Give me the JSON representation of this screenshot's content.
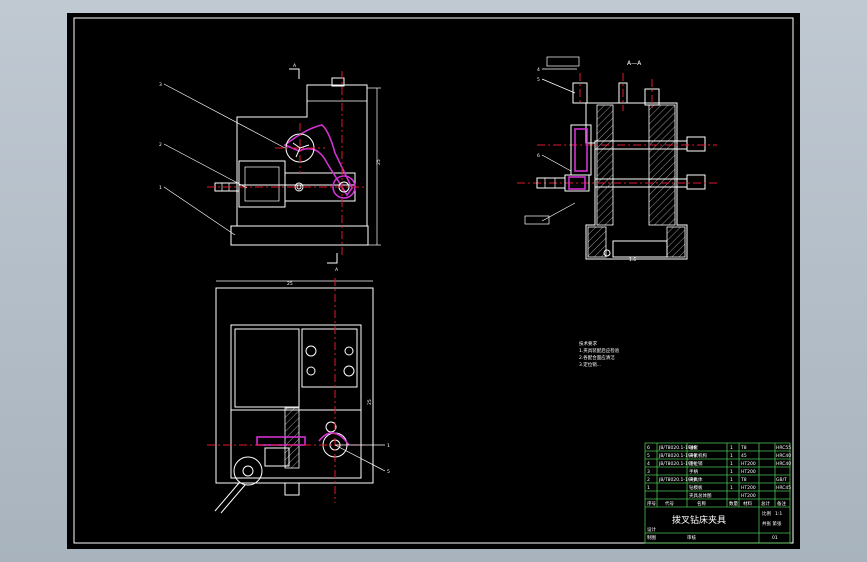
{
  "view_labels": {
    "section_aa": "A—A",
    "marker_a_top": "A",
    "marker_a_bottom": "A"
  },
  "front_view": {
    "leaders": [
      "3",
      "2",
      "1"
    ],
    "dimension": "25"
  },
  "section_view": {
    "leaders": [
      "4",
      "5",
      "6"
    ],
    "dim_bottom": "1.6"
  },
  "top_view": {
    "leaders": [
      "1",
      "5"
    ],
    "dim_top": "25",
    "dim_side": "25"
  },
  "notes": {
    "heading": "技术要求",
    "line1": "1.夹具装配后应检验",
    "line2": "2.各配合面应清洁",
    "line3": "3.定位销..."
  },
  "parts_table": {
    "rows": [
      {
        "no": "6",
        "code": "JB/T8020.1-1999",
        "name": "轴套",
        "qty": "1",
        "mat": "T8",
        "note": "HRC55"
      },
      {
        "no": "5",
        "code": "JB/T8020.1-1999",
        "name": "夹紧机构",
        "qty": "1",
        "mat": "45",
        "note": "HRC40"
      },
      {
        "no": "4",
        "code": "JB/T8020.1-1999",
        "name": "定位销",
        "qty": "1",
        "mat": "HT200",
        "note": "HRC40"
      },
      {
        "no": "3",
        "code": "",
        "name": "手柄",
        "qty": "1",
        "mat": "HT200",
        "note": ""
      },
      {
        "no": "2",
        "code": "JB/T8020.1-1999",
        "name": "夹具体",
        "qty": "1",
        "mat": "T8",
        "note": "GB/T"
      },
      {
        "no": "1",
        "code": "",
        "name": "钻模板",
        "qty": "1",
        "mat": "HT200",
        "note": "HRC45"
      },
      {
        "no": "",
        "code": "",
        "name": "夹具总体图",
        "qty": "",
        "mat": "HT200",
        "note": ""
      }
    ],
    "header": {
      "seq": "序号",
      "code": "代号",
      "name": "名称",
      "qty": "数量",
      "mat": "材料",
      "single": "单件",
      "total": "总计",
      "note": "备注"
    }
  },
  "title_block": {
    "title": "拨叉钻床夹具",
    "scale_label": "比例",
    "scale_value": "1:1",
    "sheet": "共张 第张",
    "designer": "设计",
    "checker": "审核",
    "drawn": "制图",
    "qty": "01"
  }
}
